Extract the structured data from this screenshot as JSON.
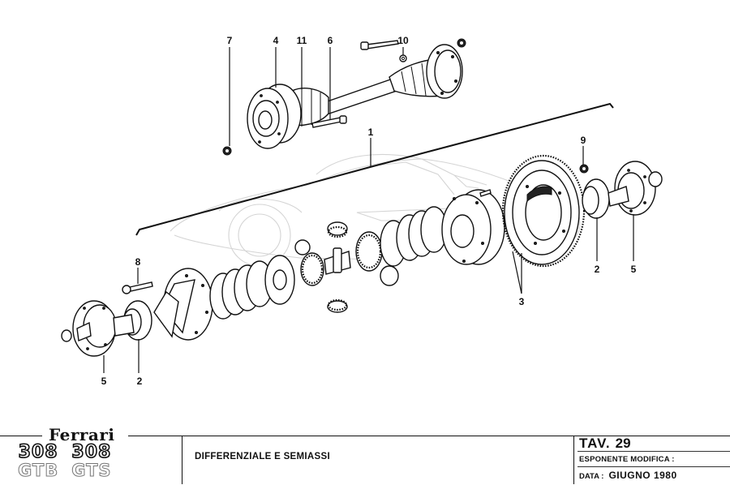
{
  "sheet": {
    "brand": "Ferrari",
    "models": [
      {
        "number": "308",
        "variant": "GTB"
      },
      {
        "number": "308",
        "variant": "GTS"
      }
    ],
    "description": "DIFFERENZIALE E SEMIASSI",
    "table_label": "TAV.",
    "table_number": "29",
    "modification_label": "ESPONENTE  MODIFICA :",
    "modification_value": "",
    "date_label": "DATA :",
    "date_value": "GIUGNO  1980"
  },
  "diagram": {
    "type": "exploded-parts-view",
    "subject": "differential and half-shafts",
    "background_ghost": "car-silhouette",
    "callouts": [
      {
        "id": "7",
        "label": "7"
      },
      {
        "id": "4",
        "label": "4"
      },
      {
        "id": "11",
        "label": "11"
      },
      {
        "id": "6",
        "label": "6"
      },
      {
        "id": "10",
        "label": "10"
      },
      {
        "id": "1",
        "label": "1"
      },
      {
        "id": "9",
        "label": "9"
      },
      {
        "id": "8",
        "label": "8"
      },
      {
        "id": "2-right",
        "label": "2"
      },
      {
        "id": "5-right",
        "label": "5"
      },
      {
        "id": "3",
        "label": "3"
      },
      {
        "id": "5-left",
        "label": "5"
      },
      {
        "id": "2-left",
        "label": "2"
      }
    ]
  },
  "colors": {
    "ink": "#111111",
    "paper": "#ffffff",
    "ghost": "#d4d4d4"
  }
}
